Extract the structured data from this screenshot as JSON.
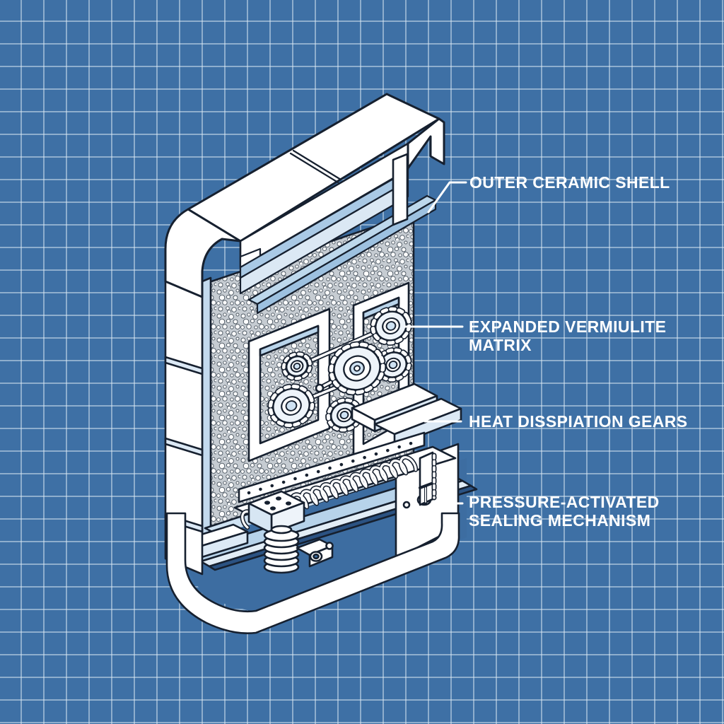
{
  "diagram": {
    "style": "blueprint isometric cutaway technical illustration",
    "subject": "cutaway of a rectangular ceramic-shell device showing insulation, gears and sealing mechanism",
    "labels": [
      {
        "id": "outer-ceramic-shell",
        "lines": [
          "OUTER CERAMIC SHELL"
        ]
      },
      {
        "id": "expanded-vermiulite-matrix",
        "lines": [
          "EXPANDED VERMIULITE",
          "MATRIX"
        ]
      },
      {
        "id": "heat-disspiation-gears",
        "lines": [
          "HEAT DISSPIATION GEARS"
        ]
      },
      {
        "id": "pressure-activated-sealing-mechanism",
        "lines": [
          "PRESSURE-ACTIVATED",
          "SEALING MECHANISM"
        ]
      }
    ],
    "colors": {
      "background": "#3E70A5",
      "grid_line": "#8FAFD0",
      "line_art": "#16202F",
      "shell_white": "#FFFFFF",
      "shell_offwhite": "#EEF4FA",
      "panel_blue_light": "#D9E7F4",
      "panel_blue_medium": "#A9C9E5",
      "floor_navy": "#2B5282",
      "label_text": "#FFFFFF",
      "leader_line": "#FFFFFF"
    }
  }
}
